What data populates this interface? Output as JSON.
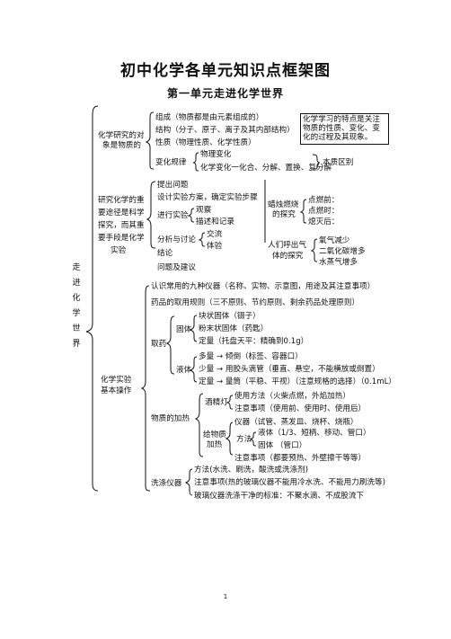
{
  "doc": {
    "title": "初中化学各单元知识点框架图",
    "subtitle": "第一单元走进化学世界",
    "root": "走进化学世界",
    "page_number": "1"
  },
  "s1": {
    "label_l1": "化学研究的对",
    "label_l2": "象是物质的",
    "i1": "组成（物质都是由元素组成的）",
    "i2": "结构（分子、原子、离子及其内部结构）",
    "i3": "性质（物理性质、化学性质）",
    "i4": "变化规律",
    "i4a": "物理变化",
    "i4b": "化学变化一化合、分解、置换、复分解",
    "i4c": "本质区别",
    "note_l1": "化学学习的特点是关注",
    "note_l2": "物质的性质、变化、变",
    "note_l3": "化的过程及其现象。"
  },
  "s2": {
    "label_l1": "研究化学的重",
    "label_l2": "要途径是科学",
    "label_l3": "探究，而其重",
    "label_l4": "要手段是化学",
    "label_l5": "实验",
    "i1": "提出问题",
    "i2": "设计实验方案，确定实验步骤",
    "i3": "进行实验",
    "i3a": "观察",
    "i3b": "描述和记录",
    "i4": "分析与讨论",
    "i4a": "交流",
    "i4b": "体验",
    "i5": "结论",
    "i6": "问题及建议",
    "c1_l1": "蜡烛燃烧",
    "c1_l2": "的探究",
    "c1a": "点燃前：",
    "c1b": "点燃时：",
    "c1c": "熄灭后：",
    "c2_l1": "人们呼出气",
    "c2_l2": "体的探究",
    "c2a": "氧气减少",
    "c2b": "二氧化碳增多",
    "c2c": "水蒸气增多"
  },
  "s3": {
    "label_l1": "化学实验",
    "label_l2": "基本操作",
    "i1": "认识常用的九种仪器（名称、实物、示意图，用途及其注意事项）",
    "i2": "药品的取用规则（三不原则、节约原则、剩余药品处理原则）",
    "take": "取药",
    "solid": "固体",
    "s_a": "块状固体（镊子）",
    "s_b": "粉末状固体（药匙）",
    "s_c": "定量（托盘天平：精确到0.1g）",
    "liquid": "液体",
    "l_a": "多量 → 倾倒（标签、容器口）",
    "l_b": "少量 → 用胶头滴管（垂直、悬空，不能横放或倒置）",
    "l_c": "定量 → 量筒（平稳、平视）（注意规格的选择）（0.1mL）",
    "heat": "物质的加热",
    "lamp": "酒精灯",
    "lamp_a": "使用方法（火柴点燃，外焰加热）",
    "lamp_b": "注意事项（使用前、使用时、使用后）",
    "h_a": "仪器（试管、蒸发皿、烧杯、烧瓶）",
    "give_l1": "给物质",
    "give_l2": "加热",
    "method": "方法",
    "m_a": "液体（1/3、短柄、移动、管口）",
    "m_b": "固体 （管口）",
    "h_c": "注意事项（都要预热、外壁擦干等等）",
    "wash": "洗涤仪器",
    "w_a": "方法(水洗、刷洗，酸洗或洗涤剂)",
    "w_b": "注意事项(热的玻璃仪器不能用冷水洗、不能用力刷洗等)",
    "w_c": "玻璃仪器洗涤干净的标准：不聚水滴、不成股流下"
  }
}
